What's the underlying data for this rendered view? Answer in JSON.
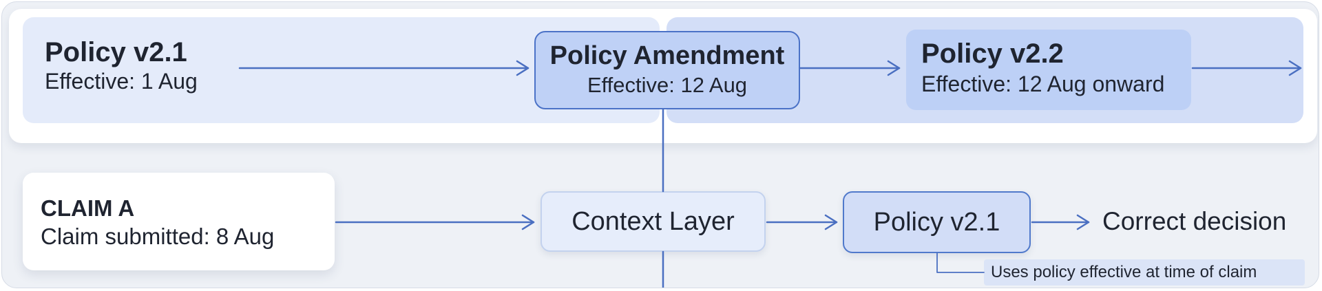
{
  "timeline": {
    "policy_v21": {
      "title": "Policy v2.1",
      "effective": "Effective: 1 Aug"
    },
    "amendment": {
      "title": "Policy Amendment",
      "effective": "Effective: 12 Aug"
    },
    "policy_v22": {
      "title": "Policy v2.2",
      "effective": "Effective: 12 Aug onward"
    }
  },
  "flow": {
    "claim": {
      "title": "CLAIM A",
      "submitted": "Claim submitted: 8 Aug"
    },
    "context_layer": "Context Layer",
    "applied_policy": "Policy v2.1",
    "outcome": "Correct decision",
    "note": "Uses policy effective at time of claim"
  },
  "colors": {
    "arrow": "#4a6fc1",
    "amendment_fill": "#bfd1f6",
    "policy_fill": "#d2ddf7",
    "timeline_early": "#e4ebfa",
    "timeline_late": "#d3def7"
  }
}
